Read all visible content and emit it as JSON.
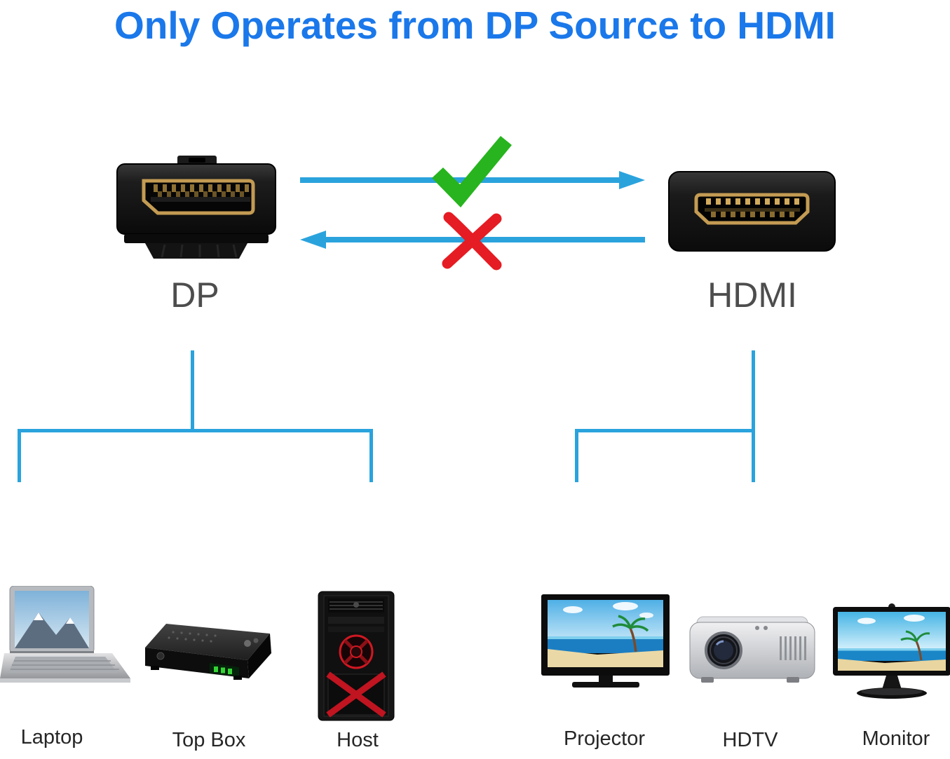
{
  "title": "Only Operates from DP Source to HDMI",
  "connectors": {
    "dp": {
      "label": "DP",
      "icon": "displayport-connector-icon"
    },
    "hdmi": {
      "label": "HDMI",
      "icon": "hdmi-connector-icon"
    }
  },
  "flow": {
    "forward": {
      "direction": "right",
      "status_icon": "check-icon",
      "allowed": true
    },
    "backward": {
      "direction": "left",
      "status_icon": "cross-icon",
      "allowed": false
    }
  },
  "devices": {
    "dp_side": [
      {
        "label": "Laptop",
        "icon": "laptop-icon"
      },
      {
        "label": "Top Box",
        "icon": "set-top-box-icon"
      },
      {
        "label": "Host",
        "icon": "pc-tower-icon"
      }
    ],
    "hdmi_side": [
      {
        "label": "Projector",
        "icon": "tv-icon"
      },
      {
        "label": "HDTV",
        "icon": "projector-icon"
      },
      {
        "label": "Monitor",
        "icon": "monitor-icon"
      }
    ]
  },
  "colors": {
    "title": "#1a78ea",
    "lines": "#2aa3dd",
    "check": "#27b41e",
    "cross": "#e51c23",
    "connector_label": "#4d4d4d",
    "device_label": "#262626"
  }
}
